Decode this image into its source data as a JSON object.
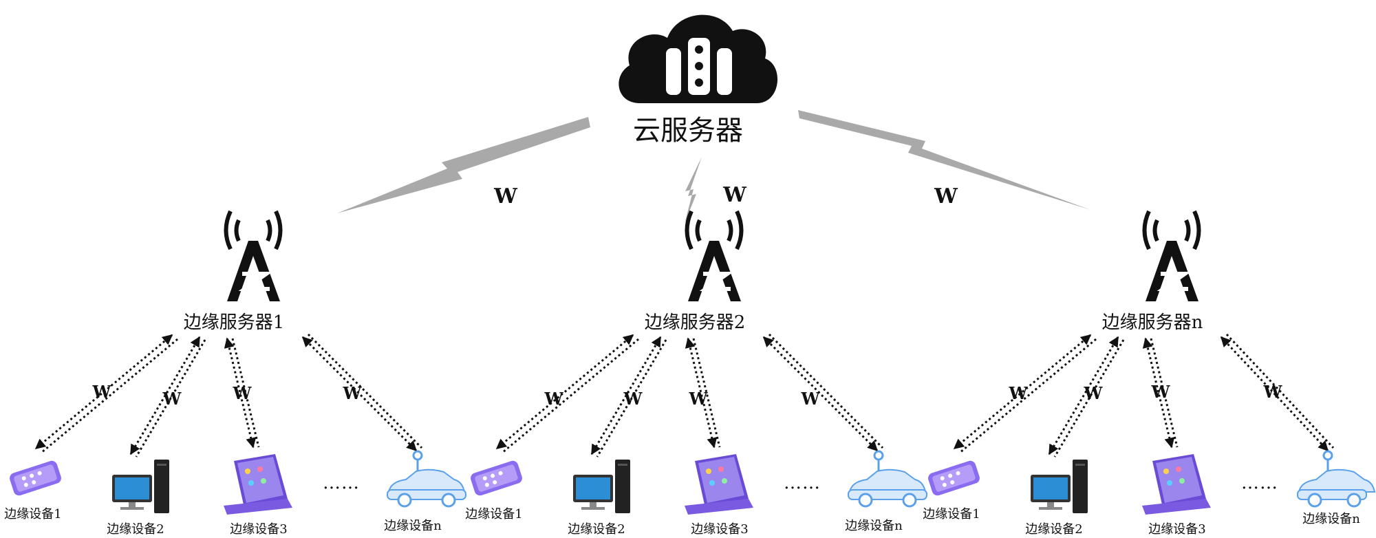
{
  "cloud": {
    "label": "云服务器",
    "links": [
      {
        "label": "W"
      },
      {
        "label": "W"
      },
      {
        "label": "W"
      }
    ]
  },
  "edge_servers": [
    {
      "label": "边缘服务器1",
      "links": [
        "W",
        "W",
        "W",
        "W"
      ],
      "devices": [
        "边缘设备1",
        "边缘设备2",
        "边缘设备3",
        "边缘设备n"
      ],
      "ellipsis": "……"
    },
    {
      "label": "边缘服务器2",
      "links": [
        "W",
        "W",
        "W",
        "W"
      ],
      "devices": [
        "边缘设备1",
        "边缘设备2",
        "边缘设备3",
        "边缘设备n"
      ],
      "ellipsis": "……"
    },
    {
      "label": "边缘服务器n",
      "links": [
        "W",
        "W",
        "W",
        "W"
      ],
      "devices": [
        "边缘设备1",
        "边缘设备2",
        "边缘设备3",
        "边缘设备n"
      ],
      "ellipsis": "……"
    }
  ],
  "colors": {
    "lightning": "#a9a9a9",
    "icon": "#111111",
    "phone": "#8a6cf0",
    "tablet": "#7a5ae0",
    "car": "#5aa0ea",
    "monitor": "#2c8fd6"
  }
}
